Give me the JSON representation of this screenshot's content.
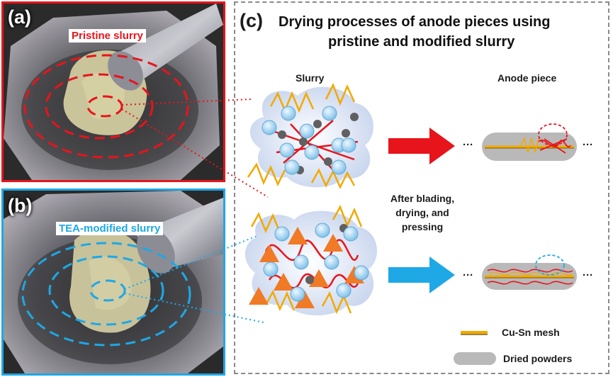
{
  "panel_a": {
    "letter": "(a)",
    "label": "Pristine slurry",
    "frame_color": "#e8141b"
  },
  "panel_b": {
    "letter": "(b)",
    "label": "TEA-modified slurry",
    "frame_color": "#1ea8e6"
  },
  "panel_c": {
    "letter": "(c)",
    "title_line1": "Drying processes of anode pieces using",
    "title_line2": "pristine and modified slurry",
    "slurry_label": "Slurry",
    "anode_label": "Anode piece",
    "process_line1": "After blading,",
    "process_line2": "drying, and",
    "process_line3": "pressing",
    "ellipsis": "···",
    "legend": {
      "mesh_label": "Cu-Sn mesh",
      "powder_label": "Dried powders"
    }
  },
  "colors": {
    "pristine": "#e8141b",
    "modified": "#1ea8e6",
    "binder_yellow": "#f2a900",
    "triangle_orange": "#f07a26",
    "particle_blue": "#9dd3f0",
    "carbon_gray": "#606060",
    "powder_gray": "#b9b9b9"
  },
  "icons": [
    "arrow-right-icon",
    "particle-icon",
    "tea-molecule-icon"
  ]
}
